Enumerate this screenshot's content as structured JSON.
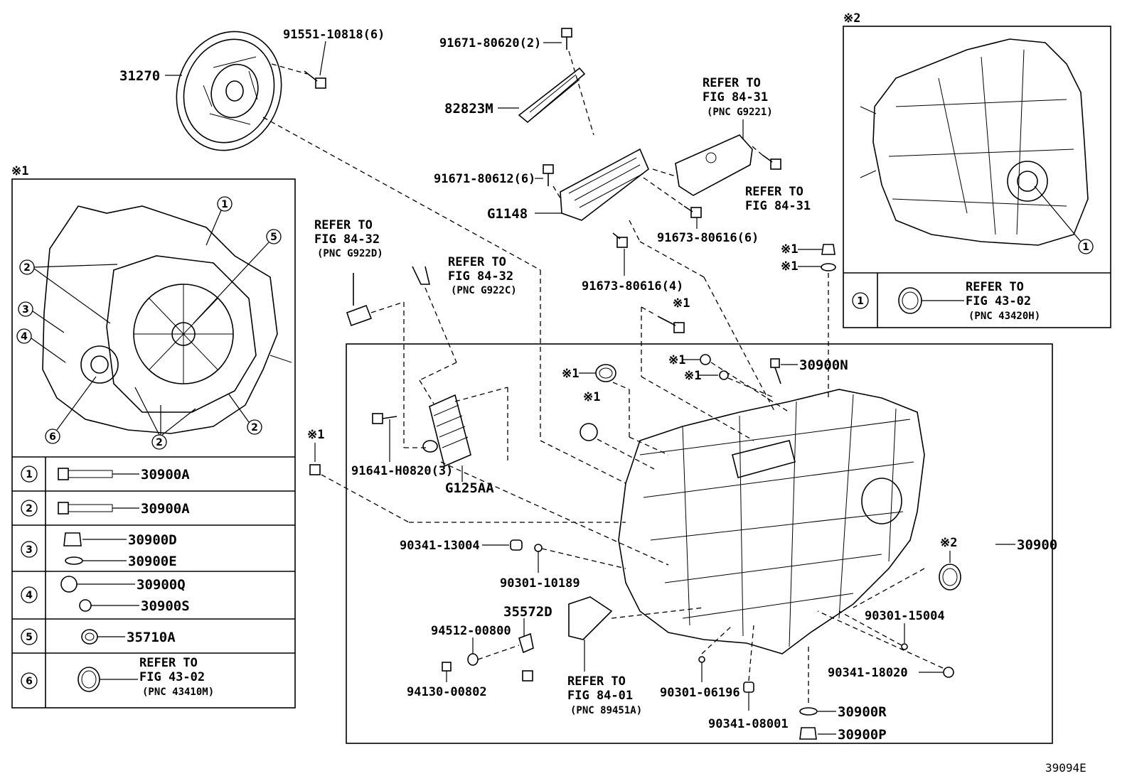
{
  "labels": {
    "clutch_cover": "31270",
    "bolt_top": "91551-10818(6)",
    "bolt_a": "91671-80620(2)",
    "bracket": "82823M",
    "bolt_b": "91671-80612(6)",
    "ecu": "G1148",
    "bolt_c": "91673-80616(6)",
    "bolt_d": "91673-80616(4)",
    "bolt_e": "91641-H0820(3)",
    "cooler": "G125AA",
    "plug_a": "90341-13004",
    "oring_a": "90301-10189",
    "sensor": "35572D",
    "oring_b": "94512-00800",
    "bolt_f": "94130-00802",
    "oring_c": "90301-06196",
    "plug_b": "90341-08001",
    "oring_d": "90301-15004",
    "plug_c": "90341-18020",
    "trans_assy": "30900",
    "p30900N": "30900N",
    "p30900R": "30900R",
    "p30900P": "30900P",
    "drawing_no": "39094E"
  },
  "refers": {
    "r1": [
      "REFER TO",
      "FIG 84-31",
      "(PNC G9221)"
    ],
    "r2": [
      "REFER TO",
      "FIG 84-31"
    ],
    "r3": [
      "REFER TO",
      "FIG 84-32",
      "(PNC G922D)"
    ],
    "r4": [
      "REFER TO",
      "FIG 84-32",
      "(PNC G922C)"
    ],
    "r5": [
      "REFER TO",
      "FIG 84-01",
      "(PNC 89451A)"
    ],
    "r6": [
      "REFER TO",
      "FIG 43-02",
      "(PNC 43420H)"
    ],
    "r7": [
      "REFER TO",
      "FIG 43-02",
      "(PNC 43410M)"
    ]
  },
  "marks": {
    "m1": "※1",
    "m2": "※2"
  },
  "legend1": {
    "rows": [
      {
        "n": "1",
        "parts": [
          "30900A"
        ]
      },
      {
        "n": "2",
        "parts": [
          "30900A"
        ]
      },
      {
        "n": "3",
        "parts": [
          "30900D",
          "30900E"
        ]
      },
      {
        "n": "4",
        "parts": [
          "30900Q",
          "30900S"
        ]
      },
      {
        "n": "5",
        "parts": [
          "35710A"
        ]
      },
      {
        "n": "6",
        "parts": []
      }
    ]
  },
  "legend2": {
    "rows": [
      {
        "n": "1"
      }
    ]
  },
  "callouts_view1": [
    "1",
    "2",
    "3",
    "4",
    "5",
    "6"
  ]
}
